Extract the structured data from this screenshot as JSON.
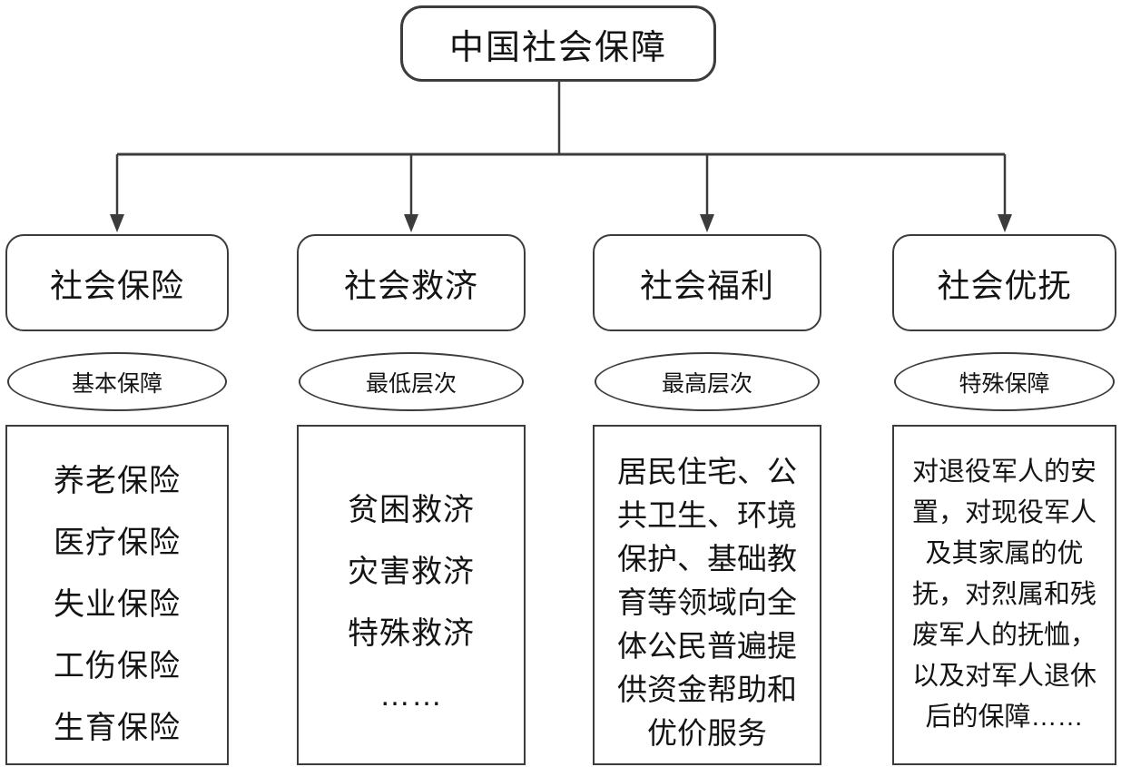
{
  "diagram": {
    "root": {
      "label": "中国社会保障"
    },
    "columns": [
      {
        "id": "social-insurance",
        "branch_label": "社会保险",
        "level_label": "基本保障",
        "items": [
          "养老保险",
          "医疗保险",
          "失业保险",
          "工伤保险",
          "生育保险"
        ]
      },
      {
        "id": "social-relief",
        "branch_label": "社会救济",
        "level_label": "最低层次",
        "items": [
          "贫困救济",
          "灾害救济",
          "特殊救济",
          "……"
        ]
      },
      {
        "id": "social-welfare",
        "branch_label": "社会福利",
        "level_label": "最高层次",
        "description": "居民住宅、公共卫生、环境保护、基础教育等领域向全体公民普遍提供资金帮助和优价服务"
      },
      {
        "id": "social-preferential-care",
        "branch_label": "社会优抚",
        "level_label": "特殊保障",
        "description": "对退役军人的安置，对现役军人及其家属的优抚，对烈属和残废军人的抚恤，以及对军人退休后的保障……"
      }
    ],
    "colors": {
      "line": "#3c3c3c",
      "text": "#141414",
      "background": "#ffffff"
    }
  }
}
